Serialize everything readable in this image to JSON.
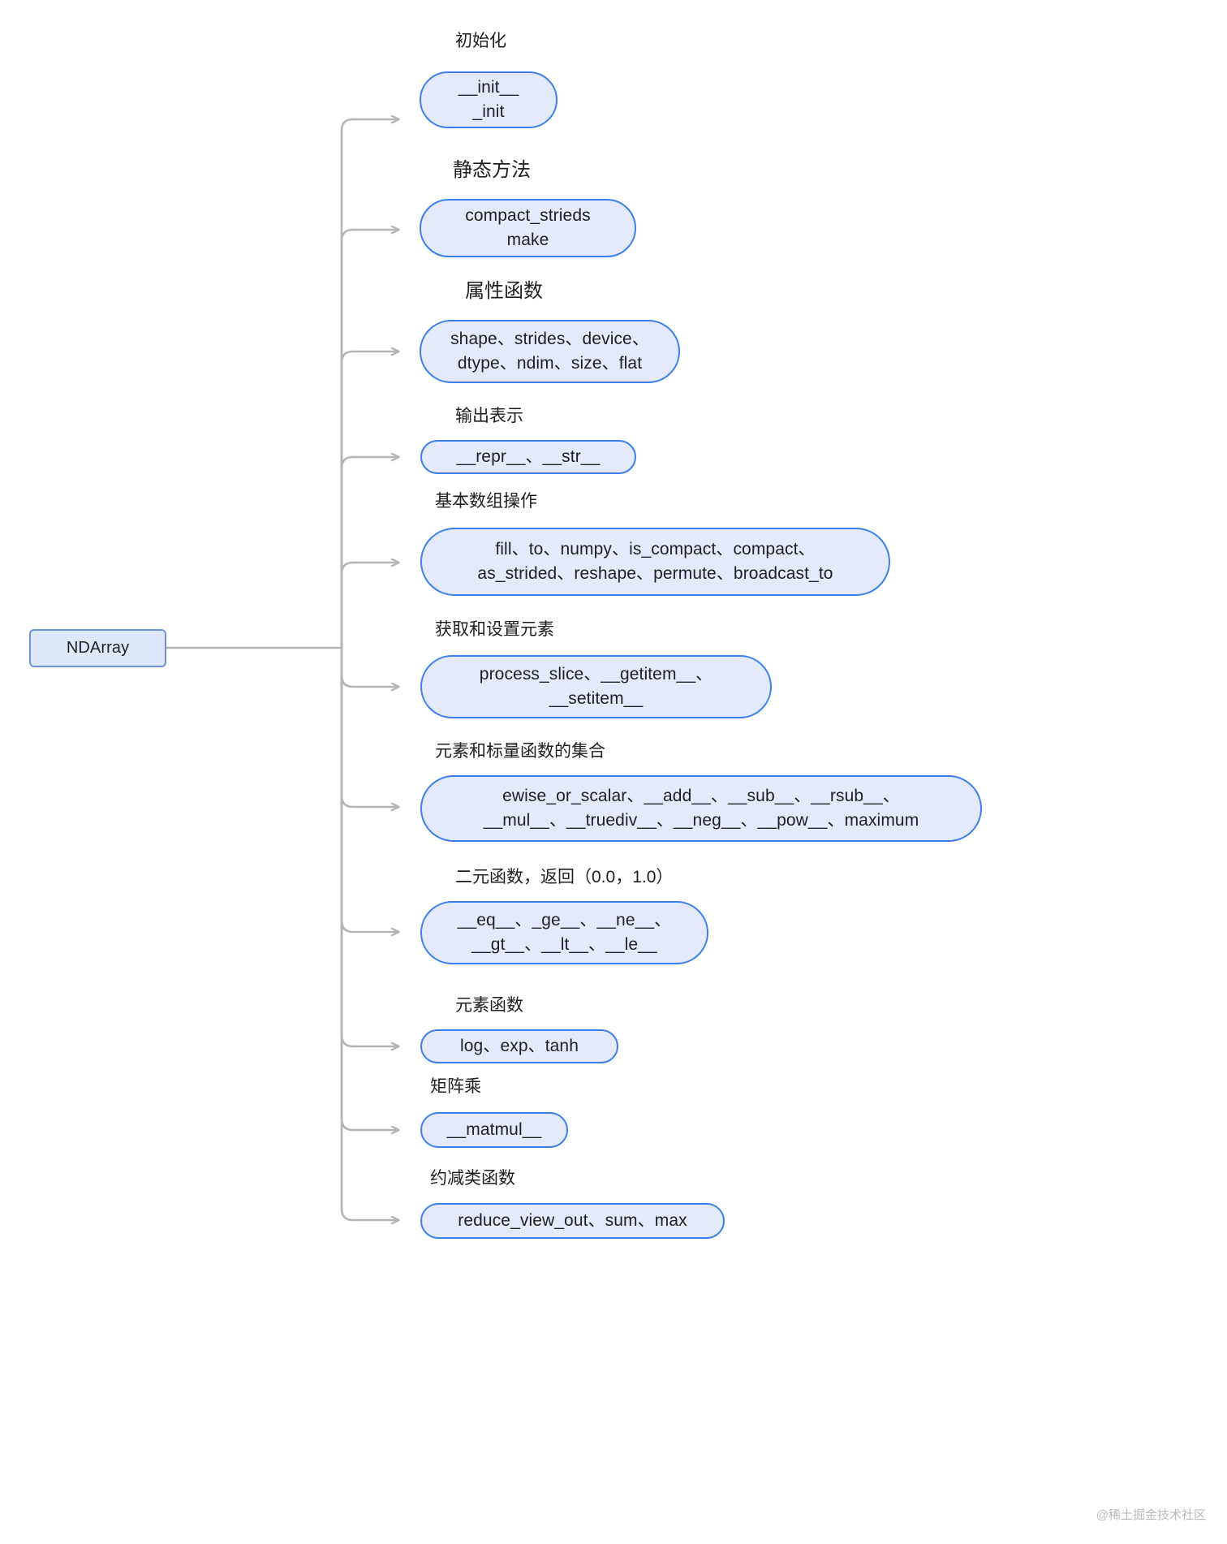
{
  "diagram": {
    "type": "mindmap-tree",
    "root": {
      "label": "NDArray"
    },
    "branches": [
      {
        "caption": "初始化",
        "node_text": "__init__\n_init"
      },
      {
        "caption": "静态方法",
        "node_text": "compact_strieds\nmake"
      },
      {
        "caption": "属性函数",
        "node_text": "shape、strides、device、\ndtype、ndim、size、flat"
      },
      {
        "caption": "输出表示",
        "node_text": "__repr__、__str__"
      },
      {
        "caption": "基本数组操作",
        "node_text": "fill、to、numpy、is_compact、compact、\nas_strided、reshape、permute、broadcast_to"
      },
      {
        "caption": "获取和设置元素",
        "node_text": "process_slice、__getitem__、\n__setitem__"
      },
      {
        "caption": "元素和标量函数的集合",
        "node_text": "ewise_or_scalar、__add__、__sub__、__rsub__、\n__mul__、__truediv__、__neg__、__pow__、maximum"
      },
      {
        "caption": "二元函数，返回（0.0，1.0）",
        "node_text": "__eq__、_ge__、__ne__、\n__gt__、__lt__、__le__"
      },
      {
        "caption": "元素函数",
        "node_text": "log、exp、tanh"
      },
      {
        "caption": "矩阵乘",
        "node_text": "__matmul__"
      },
      {
        "caption": "约减类函数",
        "node_text": "reduce_view_out、sum、max"
      }
    ],
    "watermark": "@稀土掘金技术社区",
    "colors": {
      "node_fill": "#e4eafb",
      "node_border": "#3b7ff0",
      "root_fill": "#dfe7fb",
      "root_border": "#6f93d8",
      "edge": "#b5b5b5",
      "text": "#202124",
      "background": "#ffffff",
      "watermark": "#b9b9b9"
    }
  }
}
